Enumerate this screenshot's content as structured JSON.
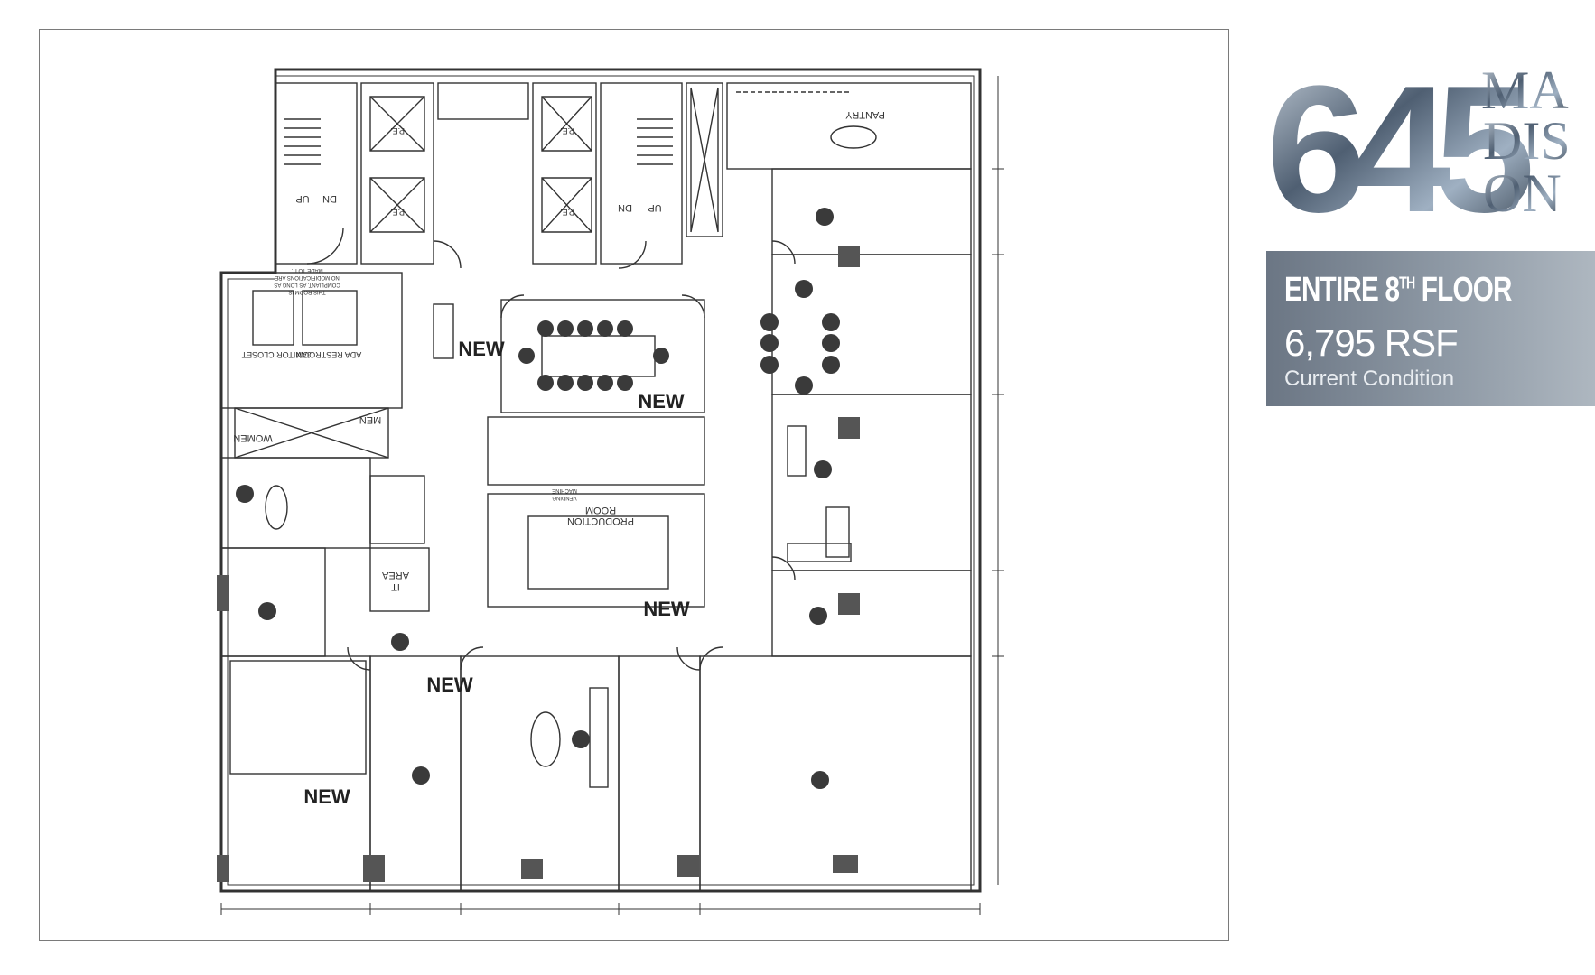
{
  "brand": {
    "number": "645",
    "letters": [
      "MA",
      "DIS",
      "ON"
    ]
  },
  "listing": {
    "floor_prefix": "ENTIRE 8",
    "floor_suffix": "TH",
    "floor_word": "FLOOR",
    "area": "6,795 RSF",
    "condition": "Current Condition"
  },
  "plan": {
    "labels": {
      "pantry": "PANTRY",
      "up_left": "UP",
      "dn_left": "DN",
      "dn_right": "DN",
      "up_right": "UP",
      "pe1": "P.E.",
      "pe2": "P.E.",
      "pe3": "P.E.",
      "pe4": "P.E.",
      "restroom": "ADA RESTROOM",
      "janitor": "JANITOR CLOSET",
      "note1": "THIS ROOM IS",
      "note2": "COMPLIANT. AS LONG AS",
      "note3": "NO MODIFICATIONS ARE",
      "note4": "MADE TO IT.",
      "women": "WOMEN",
      "men": "MEN",
      "production": "PRODUCTION",
      "room": "ROOM",
      "vending": "VENDING",
      "machine": "MACHINE",
      "it": "IT",
      "area": "AREA"
    },
    "new_tags": [
      "NEW",
      "NEW",
      "NEW",
      "NEW",
      "NEW"
    ]
  },
  "colors": {
    "line": "#333333",
    "fill_dark": "#555555",
    "fill_chair": "#3a3a3a",
    "badge_text": "#ffffff"
  }
}
